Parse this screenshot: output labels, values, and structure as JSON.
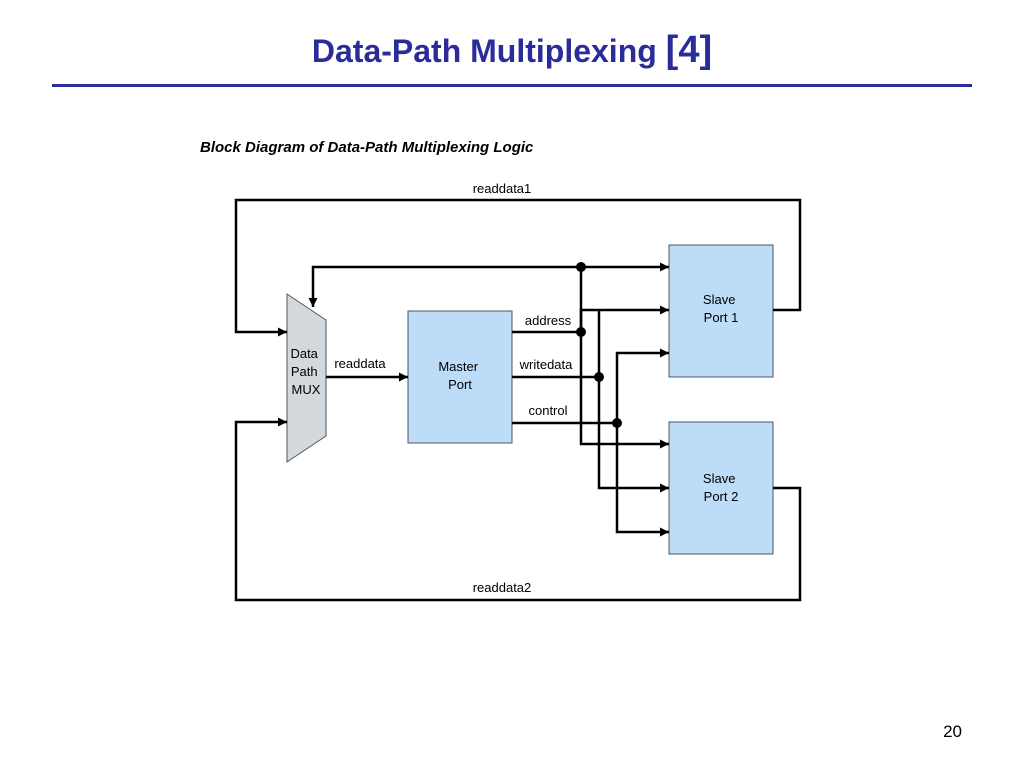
{
  "slide": {
    "title": "Data-Path Multiplexing",
    "citation": "[4]",
    "page_number": "20"
  },
  "diagram": {
    "caption": "Block Diagram of Data-Path Multiplexing Logic",
    "blocks": {
      "mux": [
        "Data",
        "Path",
        "MUX"
      ],
      "master": [
        "Master",
        "Port"
      ],
      "slave1": [
        "Slave",
        "Port 1"
      ],
      "slave2": [
        "Slave",
        "Port 2"
      ]
    },
    "signals": {
      "readdata1": "readdata1",
      "readdata2": "readdata2",
      "readdata": "readdata",
      "address": "address",
      "writedata": "writedata",
      "control": "control"
    },
    "colors": {
      "block_fill": "#bcdcf8",
      "mux_fill": "#d2d8dc",
      "title": "#2a2c9a",
      "wire": "#000000"
    }
  }
}
